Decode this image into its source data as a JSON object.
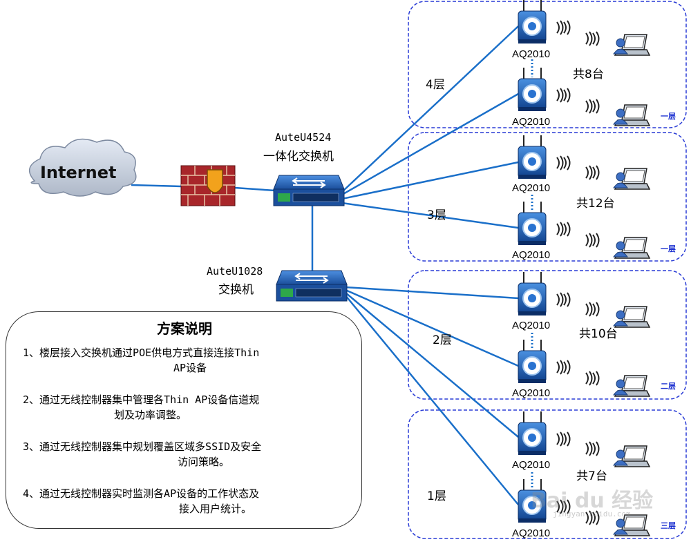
{
  "internet": {
    "label": "Internet"
  },
  "core_switch": {
    "model": "AuteU4524",
    "desc": "一体化交换机"
  },
  "access_switch": {
    "model": "AuteU1028",
    "desc": "交换机"
  },
  "floors": [
    {
      "label": "4层",
      "count": "共8台",
      "tag": "一层",
      "aps": [
        "AQ2010",
        "AQ2010"
      ]
    },
    {
      "label": "3层",
      "count": "共12台",
      "tag": "一层",
      "aps": [
        "AQ2010",
        "AQ2010"
      ]
    },
    {
      "label": "2层",
      "count": "共10台",
      "tag": "二层",
      "aps": [
        "AQ2010",
        "AQ2010"
      ]
    },
    {
      "label": "1层",
      "count": "共7台",
      "tag": "三层",
      "aps": [
        "AQ2010",
        "AQ2010"
      ]
    }
  ],
  "description": {
    "title": "方案说明",
    "items": [
      [
        "1、楼层接入交换机通过POE供电方式直接连接Thin",
        "AP设备"
      ],
      [
        "2、通过无线控制器集中管理各Thin AP设备信道规",
        "划及功率调整。"
      ],
      [
        "3、通过无线控制器集中规划覆盖区域多SSID及安全",
        "访问策略。"
      ],
      [
        "4、通过无线控制器实时监测各AP设备的工作状态及",
        "接入用户统计。"
      ]
    ]
  },
  "watermark": {
    "text": "Bai du 经验",
    "sub": "jingyan.baidu.com"
  },
  "colors": {
    "link": "#1a6fc9",
    "box_border": "#2a3cd6",
    "device": "#1b5fb0"
  }
}
